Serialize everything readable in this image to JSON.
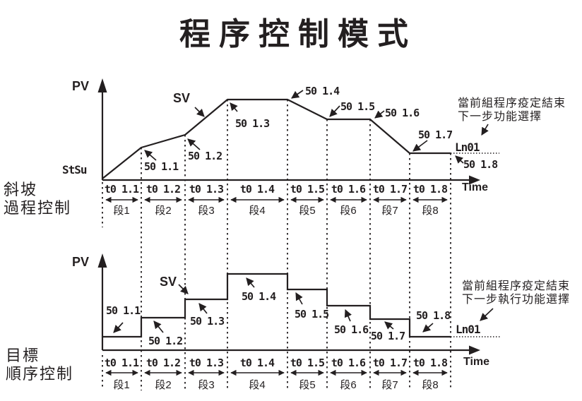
{
  "title": "程序控制模式",
  "colors": {
    "ink": "#231f20",
    "background": "#ffffff"
  },
  "top_chart": {
    "group_label_lines": [
      "斜坡",
      "過程控制"
    ],
    "pv_axis_label": "PV",
    "sv_label": "SV",
    "time_axis_label": "Time",
    "start_value": "StSu",
    "end_value": "Ln01",
    "end_note_lines": [
      "當前組程序疫定結束",
      "下一步功能選擇"
    ],
    "setpoints": [
      "50 1.1",
      "50 1.2",
      "50 1.3",
      "50 1.4",
      "50 1.5",
      "50 1.6",
      "50 1.7",
      "50 1.8"
    ],
    "segment_times": [
      "t0 1.1",
      "t0 1.2",
      "t0 1.3",
      "t0 1.4",
      "t0 1.5",
      "t0 1.6",
      "t0 1.7",
      "t0 1.8"
    ],
    "segment_names": [
      "段1",
      "段2",
      "段3",
      "段4",
      "段5",
      "段6",
      "段7",
      "段8"
    ]
  },
  "bottom_chart": {
    "group_label_lines": [
      "目標",
      "順序控制"
    ],
    "pv_axis_label": "PV",
    "sv_label": "SV",
    "time_axis_label": "Time",
    "end_value": "Ln01",
    "end_note_lines": [
      "當前組程序疫定結束",
      "下一步執行功能選擇"
    ],
    "setpoints": [
      "50 1.1",
      "50 1.2",
      "50 1.3",
      "50 1.4",
      "50 1.5",
      "50 1.6",
      "50 1.7",
      "50 1.8"
    ],
    "segment_times": [
      "t0 1.1",
      "t0 1.2",
      "t0 1.3",
      "t0 1.4",
      "t0 1.5",
      "t0 1.6",
      "t0 1.7",
      "t0 1.8"
    ],
    "segment_names": [
      "段1",
      "段2",
      "段3",
      "段4",
      "段5",
      "段6",
      "段7",
      "段8"
    ]
  }
}
